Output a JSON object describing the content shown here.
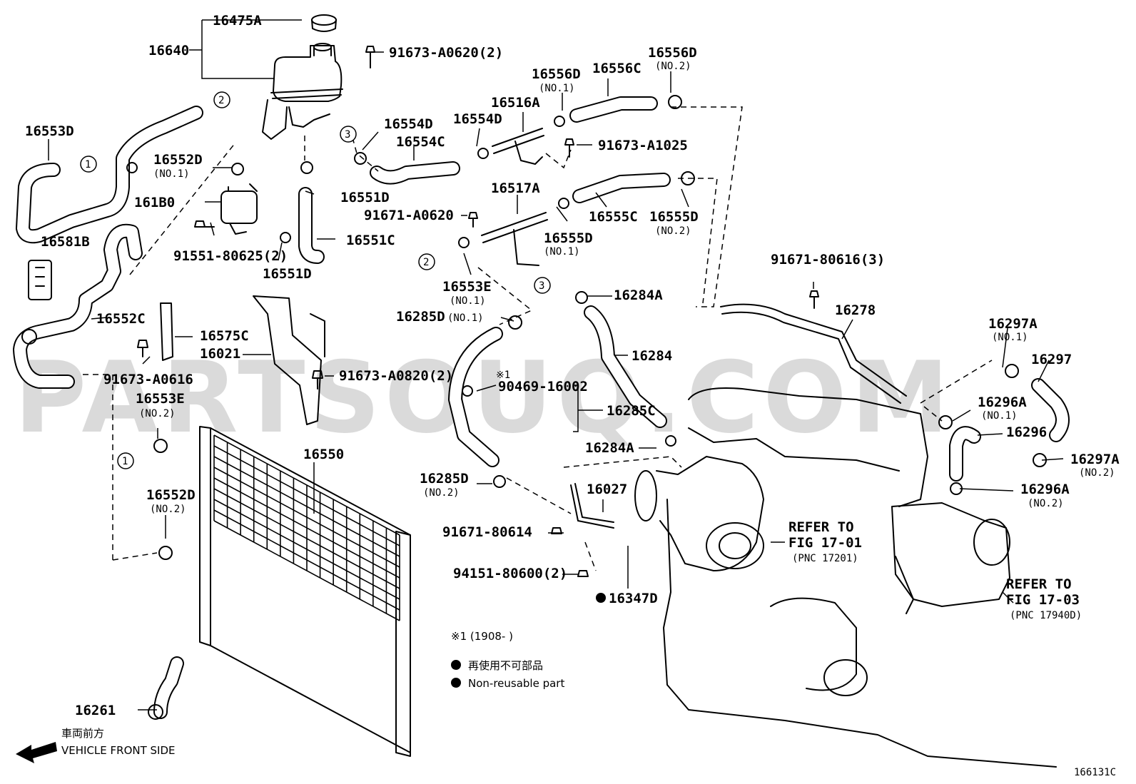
{
  "watermark": "PARTSOUQ.COM",
  "labels": {
    "l_16475A": "16475A",
    "l_16640": "16640",
    "l_91673_A0620": "91673-A0620(2)",
    "l_16553D": "16553D",
    "l_16552D_top": "16552D",
    "l_16552D_top_sub": "(NO.1)",
    "l_16554D_a": "16554D",
    "l_16554C": "16554C",
    "l_16554D_b": "16554D",
    "l_16556D_left": "16556D",
    "l_16556D_left_sub": "(NO.1)",
    "l_16556C": "16556C",
    "l_16556D_right": "16556D",
    "l_16556D_right_sub": "(NO.2)",
    "l_16516A": "16516A",
    "l_91673_A1025": "91673-A1025",
    "l_161B0": "161B0",
    "l_16551D_top": "16551D",
    "l_16517A": "16517A",
    "l_91671_A0620": "91671-A0620",
    "l_16555C": "16555C",
    "l_16555D_right": "16555D",
    "l_16555D_right_sub": "(NO.2)",
    "l_16581B": "16581B",
    "l_91551_80625": "91551-80625(2)",
    "l_16551C": "16551C",
    "l_16555D_left": "16555D",
    "l_16555D_left_sub": "(NO.1)",
    "l_16551D_bot": "16551D",
    "l_16553E_top": "16553E",
    "l_16553E_top_sub": "(NO.1)",
    "l_16284A_top": "16284A",
    "l_91671_80616": "91671-80616(3)",
    "l_16278": "16278",
    "l_16285D_top": "16285D",
    "l_16285D_top_sub": "(NO.1)",
    "l_16552C": "16552C",
    "l_16575C": "16575C",
    "l_16021": "16021",
    "l_16284": "16284",
    "l_16297A_top": "16297A",
    "l_16297A_top_sub": "(NO.1)",
    "l_16297": "16297",
    "l_91673_A0616": "91673-A0616",
    "l_91673_A0820": "91673-A0820(2)",
    "l_note1_mark": "※1",
    "l_90469_16002": "90469-16002",
    "l_16553E_bot": "16553E",
    "l_16553E_bot_sub": "(NO.2)",
    "l_16296A_top": "16296A",
    "l_16296A_top_sub": "(NO.1)",
    "l_16285C": "16285C",
    "l_16296": "16296",
    "l_16284A_bot": "16284A",
    "l_16550": "16550",
    "l_16297A_bot": "16297A",
    "l_16297A_bot_sub": "(NO.2)",
    "l_16285D_bot": "16285D",
    "l_16285D_bot_sub": "(NO.2)",
    "l_16296A_bot": "16296A",
    "l_16296A_bot_sub": "(NO.2)",
    "l_16552D_bot": "16552D",
    "l_16552D_bot_sub": "(NO.2)",
    "l_16027": "16027",
    "l_refer1_a": "REFER TO",
    "l_refer1_b": "FIG 17-01",
    "l_refer1_c": "(PNC 17201)",
    "l_91671_80614": "91671-80614",
    "l_94151_80600": "94151-80600(2)",
    "l_refer2_a": "REFER TO",
    "l_refer2_b": "FIG 17-03",
    "l_refer2_c": "(PNC 17940D)",
    "l_16347D": "16347D",
    "l_16261": "16261"
  },
  "callouts": {
    "c1": "1",
    "c2": "2",
    "c3": "3"
  },
  "notes": {
    "note1": "※1 (1908-     )",
    "legend_jp": "再使用不可部品",
    "legend_en": "Non-reusable part",
    "front_jp": "車両前方",
    "front_en": "VEHICLE FRONT SIDE",
    "fig_number": "166131C"
  },
  "icons": {
    "non_reusable": "filled-circle",
    "front_arrow": "arrow-left"
  }
}
